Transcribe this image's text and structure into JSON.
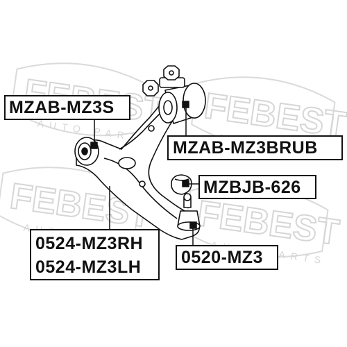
{
  "watermark": {
    "brand": "FEBEST",
    "tagline": "AUTO PARTS",
    "color": "#d9d9d9"
  },
  "labels": {
    "upper_bushing": "MZAB-MZ3S",
    "rear_bushing": "MZAB-MZ3BRUB",
    "ball_joint_boot": "MZBJB-626",
    "arm_right": "0524-MZ3RH",
    "arm_left": "0524-MZ3LH",
    "ball_joint": "0520-MZ3"
  },
  "colors": {
    "line": "#111111",
    "part_fill": "#ffffff"
  }
}
